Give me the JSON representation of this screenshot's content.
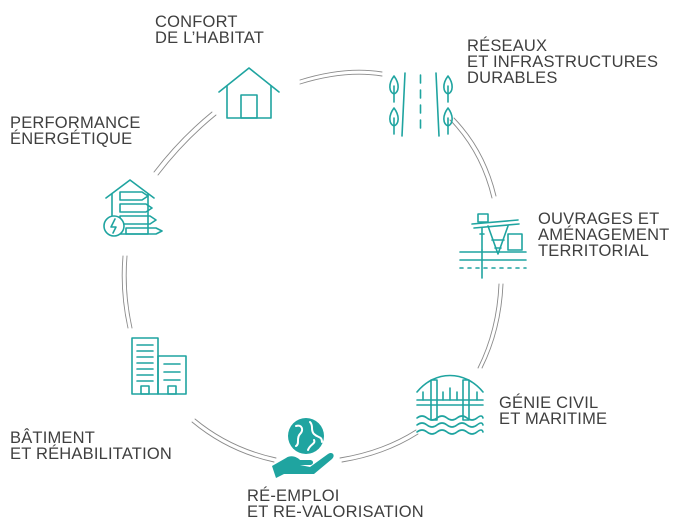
{
  "diagram": {
    "accent_color": "#1fa4a0",
    "line_color": "#8a8a8a",
    "text_color": "#3f3f3f",
    "nodes": [
      {
        "id": "confort",
        "icon": "house-icon",
        "lines": [
          "CONFORT",
          "DE L’HABITAT"
        ]
      },
      {
        "id": "reseaux",
        "icon": "road-trees-icon",
        "lines": [
          "RÉSEAUX",
          "ET INFRASTRUCTURES",
          "DURABLES"
        ]
      },
      {
        "id": "ouvrages",
        "icon": "oil-pump-icon",
        "lines": [
          "OUVRAGES ET",
          "AMÉNAGEMENT",
          "TERRITORIAL"
        ]
      },
      {
        "id": "genie",
        "icon": "bridge-icon",
        "lines": [
          "GÉNIE CIVIL",
          "ET MARITIME"
        ]
      },
      {
        "id": "reemploi",
        "icon": "globe-hand-icon",
        "lines": [
          "RÉ-EMPLOI",
          "ET RE-VALORISATION"
        ]
      },
      {
        "id": "batiment",
        "icon": "buildings-icon",
        "lines": [
          "BÂTIMENT",
          "ET RÉHABILITATION"
        ]
      },
      {
        "id": "performance",
        "icon": "energy-house-icon",
        "lines": [
          "PERFORMANCE",
          "ÉNERGÉTIQUE"
        ]
      }
    ]
  }
}
